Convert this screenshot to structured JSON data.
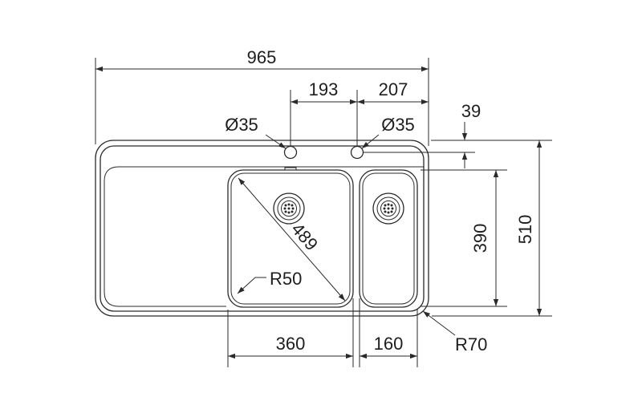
{
  "dimensions": {
    "overall_width": "965",
    "tap_spacing": "193",
    "tap_offset": "207",
    "tap_hole_left": "Ø35",
    "tap_hole_right": "Ø35",
    "top_offset": "39",
    "bowl_depth": "390",
    "overall_depth": "510",
    "diagonal": "489",
    "inner_radius": "R50",
    "main_bowl_width": "360",
    "small_bowl_width": "160",
    "outer_radius": "R70"
  }
}
